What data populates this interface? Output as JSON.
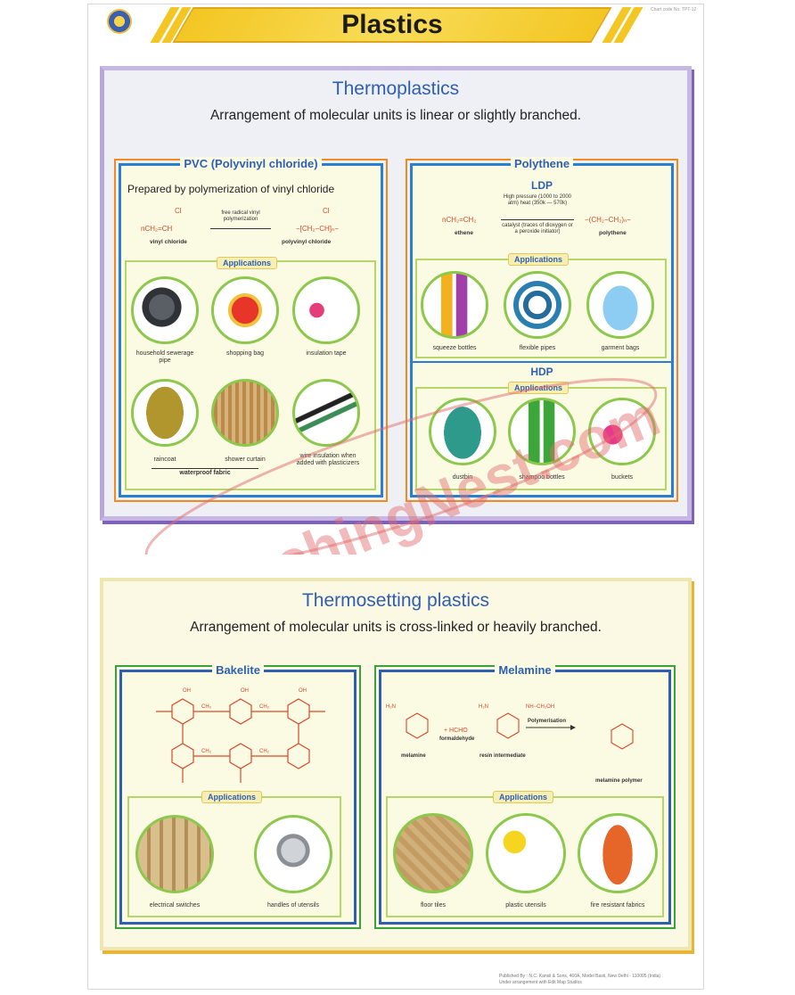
{
  "header": {
    "title": "Plastics",
    "code": "Chart code No. TPT-12"
  },
  "thermoplastics": {
    "title": "Thermoplastics",
    "subtitle": "Arrangement of molecular units is linear or slightly branched.",
    "pvc": {
      "title": "PVC (Polyvinyl chloride)",
      "prep": "Prepared by polymerization of vinyl chloride",
      "reactant": "nCH₂=CH",
      "cl": "Cl",
      "reactant_label": "vinyl chloride",
      "condition": "free radical vinyl polymerization",
      "product": "−[CH₂−CH]ₙ−",
      "product_label": "polyvinyl chloride",
      "applications_label": "Applications",
      "items": [
        "household sewerage pipe",
        "shopping bag",
        "insulation tape",
        "raincoat",
        "shower curtain",
        "wire insulation when added with plasticizers"
      ],
      "bracket_label": "waterproof fabric"
    },
    "polythene": {
      "title": "Polythene",
      "ldp": "LDP",
      "reactant": "nCH₂=CH₂",
      "reactant_label": "ethene",
      "condition_top": "High pressure (1000 to 2000 atm) heat (350k — 570k)",
      "condition_bottom": "catalyst (traces of dioxygen or a peroxide initiator)",
      "product": "−(CH₂−CH₂)ₙ−",
      "product_label": "polythene",
      "applications_label": "Applications",
      "items": [
        "squeeze bottles",
        "flexible pipes",
        "garment bags"
      ],
      "hdp": "HDP",
      "hdp_applications_label": "Applications",
      "hdp_items": [
        "dustbin",
        "shampoo bottles",
        "buckets"
      ]
    }
  },
  "thermosetting": {
    "title": "Thermosetting plastics",
    "subtitle": "Arrangement of molecular units is cross-linked or heavily branched.",
    "bakelite": {
      "title": "Bakelite",
      "applications_label": "Applications",
      "items": [
        "electrical switches",
        "handles of utensils"
      ],
      "oh": "OH",
      "ch2": "CH₂"
    },
    "melamine": {
      "title": "Melamine",
      "applications_label": "Applications",
      "reactant": "melamine",
      "plus": "+ HCHO",
      "formaldehyde": "formaldehyde",
      "intermediate": "resin intermediate",
      "arrow": "Polymerisation",
      "product": "melamine polymer",
      "nh2": "H₂N",
      "nhch2oh": "NH−CH₂OH",
      "items": [
        "floor tiles",
        "plastic utensils",
        "fire resistant fabrics"
      ]
    }
  },
  "watermark": "TeachingNest.com",
  "footer": {
    "publisher": "Published By : N.C. Kansil & Sons, 460A, Model Basti, New Delhi - 110005 (India)",
    "arrangement": "Under arrangement with Edit Map Studios"
  },
  "colors": {
    "accent": "#2f5fb0",
    "banner": "#f3c623",
    "chem": "#d8482a"
  }
}
